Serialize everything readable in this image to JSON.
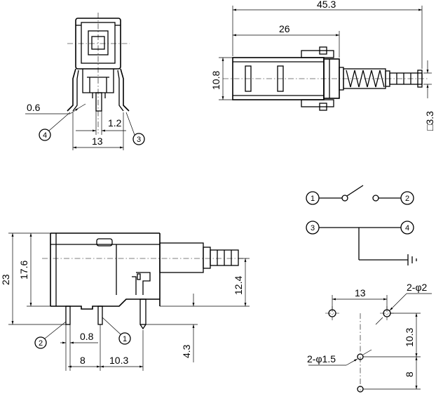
{
  "top_view": {
    "dim_thickness": "0.6",
    "dim_pin_offset": "1.2",
    "dim_width": "13",
    "terminal_left": "4",
    "terminal_right": "3"
  },
  "side_view_top": {
    "dim_overall_length": "45.3",
    "dim_body_length": "26",
    "dim_height": "10.8",
    "dim_shaft_square": "□3.3"
  },
  "front_view": {
    "dim_overall_height": "23",
    "dim_body_height": "17.6",
    "dim_shaft_height": "12.4",
    "dim_pin_length": "4.3",
    "dim_pin_width": "0.8",
    "dim_pin_pitch_a": "8",
    "dim_pin_pitch_b": "10.3",
    "terminal_left": "2",
    "terminal_right": "1"
  },
  "schematic": {
    "t1": "1",
    "t2": "2",
    "t3": "3",
    "t4": "4"
  },
  "pcb_layout": {
    "dim_hole_spacing": "13",
    "dim_hole_large": "2-φ2",
    "dim_hole_small": "2-φ1.5",
    "dim_vert_a": "10.3",
    "dim_vert_b": "8"
  }
}
